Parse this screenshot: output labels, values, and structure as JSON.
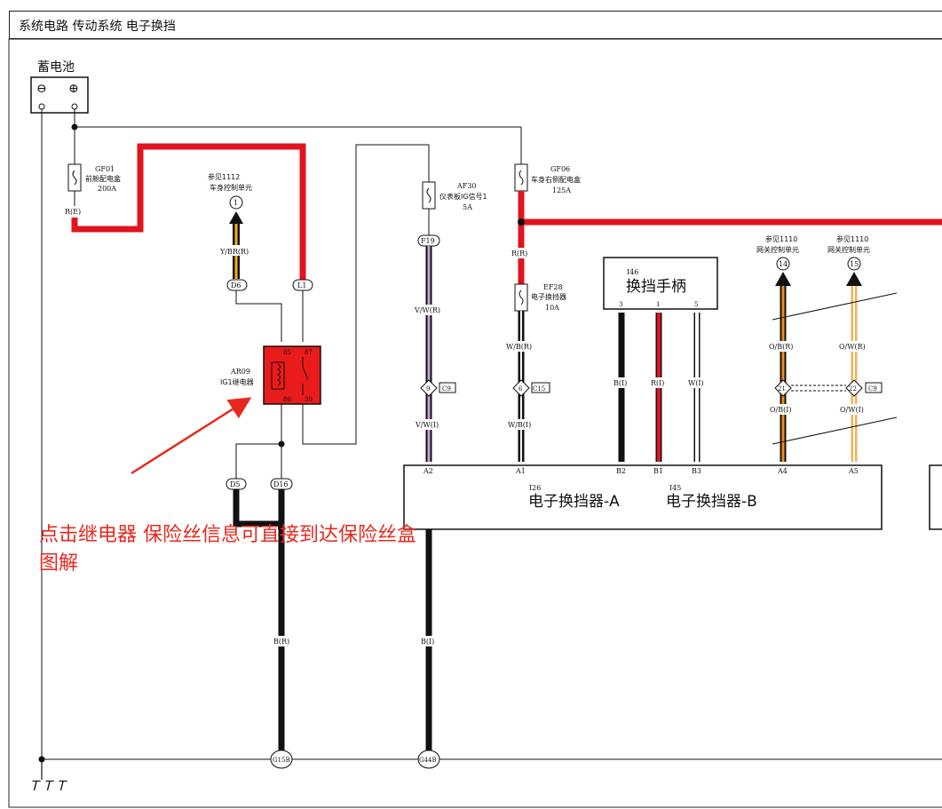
{
  "header": {
    "title": "系统电路 传动系统 电子换挡"
  },
  "battery": {
    "label": "蓄电池",
    "neg": "⊖",
    "pos": "⊕"
  },
  "fuses": {
    "gf01": {
      "code": "GF01",
      "name": "前舱配电盒",
      "rating": "200A",
      "wire": "R(E)"
    },
    "af30": {
      "code": "AF30",
      "name": "仪表板IG信号1",
      "rating": "5A"
    },
    "gf06": {
      "code": "GF06",
      "name": "车身右侧配电盒",
      "rating": "125A"
    },
    "ef28": {
      "code": "EF28",
      "name": "电子换挡器",
      "rating": "10A"
    }
  },
  "refs": {
    "r1112": {
      "ref": "参见1112",
      "name": "车身控制单元",
      "num": "1"
    },
    "r1110a": {
      "ref": "参见1110",
      "name": "网关控制单元",
      "num": "14"
    },
    "r1110b": {
      "ref": "参见1110",
      "name": "网关控制单元",
      "num": "15"
    }
  },
  "relay": {
    "code": "AR09",
    "name": "IG1继电器",
    "p85": "85",
    "p87": "87",
    "p86": "86",
    "p30": "30"
  },
  "connectors": {
    "d6": "D6",
    "l1": "L1",
    "d5": "D5",
    "d16": "D16",
    "f19": "F19",
    "c9": "C9",
    "c15": "C15",
    "c9b": "C9",
    "pin9": "9",
    "pin6": "6",
    "pin21": "21",
    "pin22": "22",
    "g15b": "G15B",
    "g44b": "G44B"
  },
  "wires": {
    "ybr": "Y/BR(R)",
    "vw_r": "V/W(R)",
    "vw_i": "V/W(I)",
    "r_r": "R(R)",
    "wb_r": "W/B(R)",
    "wb_i": "W/B(I)",
    "b_i": "B(I)",
    "r_i": "R(I)",
    "w_i": "W(I)",
    "ob_r": "O/B(R)",
    "ob_i": "O/B(I)",
    "ow_r": "O/W(R)",
    "ow_i": "O/W(I)",
    "b_r": "B(R)",
    "b_i2": "B(I)"
  },
  "handle": {
    "code": "I46",
    "name": "换挡手柄",
    "p3": "3",
    "p1": "1",
    "p5": "5"
  },
  "shifter": {
    "code_a": "I26",
    "name_a": "电子换挡器-A",
    "code_b": "I45",
    "name_b": "电子换挡器-B",
    "pins": [
      "A2",
      "A1",
      "B2",
      "B1",
      "B3",
      "A4",
      "A5"
    ]
  },
  "annotation": {
    "line1": "点击继电器 保险丝信息可直接到达保险丝盒",
    "line2": "图解"
  },
  "colors": {
    "red": "#e0141e",
    "black": "#000000",
    "annotation": "#e8281e",
    "relay_fill": "#ea1b1b"
  }
}
